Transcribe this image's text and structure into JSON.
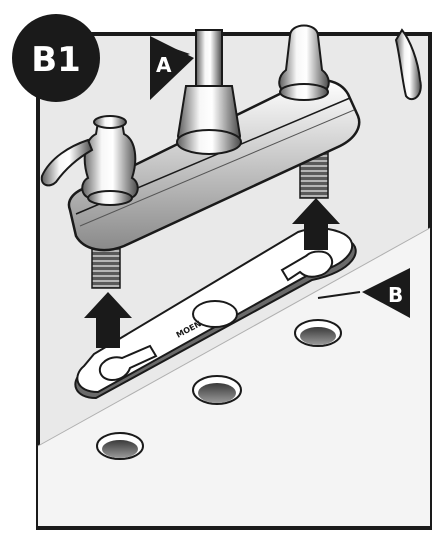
{
  "step": {
    "label": "B1"
  },
  "callouts": [
    {
      "id": "A",
      "label": "A"
    },
    {
      "id": "B",
      "label": "B"
    }
  ],
  "gasket": {
    "text": "MOEN"
  },
  "colors": {
    "frame": "#1a1a1a",
    "background": "#e9e9e9",
    "countertop": "#f4f4f4",
    "metal_light": "#ffffff",
    "metal_dark": "#6a6a6a",
    "arrow": "#1a1a1a"
  }
}
